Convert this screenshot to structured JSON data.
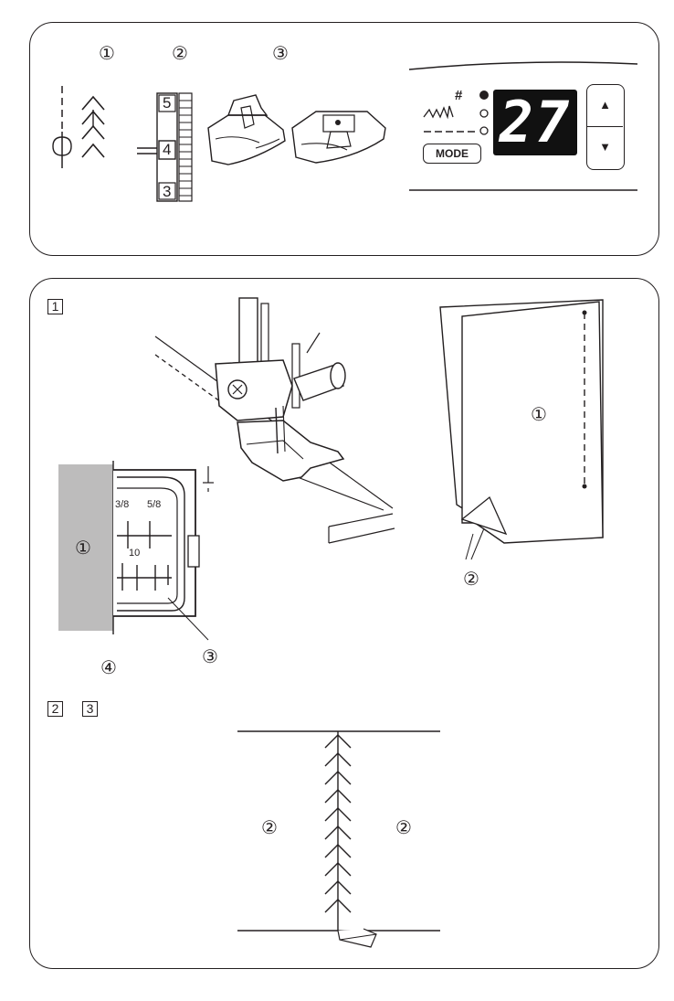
{
  "top_panel": {
    "col_labels": [
      "①",
      "②",
      "③"
    ],
    "scale_numbers": [
      "5",
      "4",
      "3"
    ],
    "display": {
      "indicator_symbol": "#",
      "lcd_value": "27",
      "mode_label": "MODE",
      "up_icon": "▲",
      "down_icon": "▼"
    }
  },
  "bottom_panel": {
    "step1_label": "1",
    "fabric_label": "①",
    "foot_guide": {
      "mark_3_8": "3/8",
      "mark_5_8": "5/8",
      "mark_10": "10",
      "fabric_label": "①",
      "edge_label": "④",
      "guide_label": "③"
    },
    "folded_fabric": {
      "main_label": "①",
      "corner_label": "②"
    },
    "step23_labels": [
      "2",
      "3"
    ],
    "seam": {
      "left_label": "②",
      "right_label": "②"
    }
  }
}
